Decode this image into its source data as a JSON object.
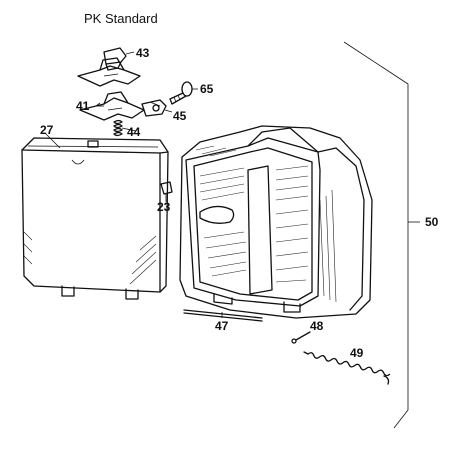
{
  "title": "PK Standard",
  "parts": [
    {
      "number": "43"
    },
    {
      "number": "65"
    },
    {
      "number": "41"
    },
    {
      "number": "45"
    },
    {
      "number": "27"
    },
    {
      "number": "44"
    },
    {
      "number": "23"
    },
    {
      "number": "50"
    },
    {
      "number": "47"
    },
    {
      "number": "48"
    },
    {
      "number": "49"
    }
  ]
}
